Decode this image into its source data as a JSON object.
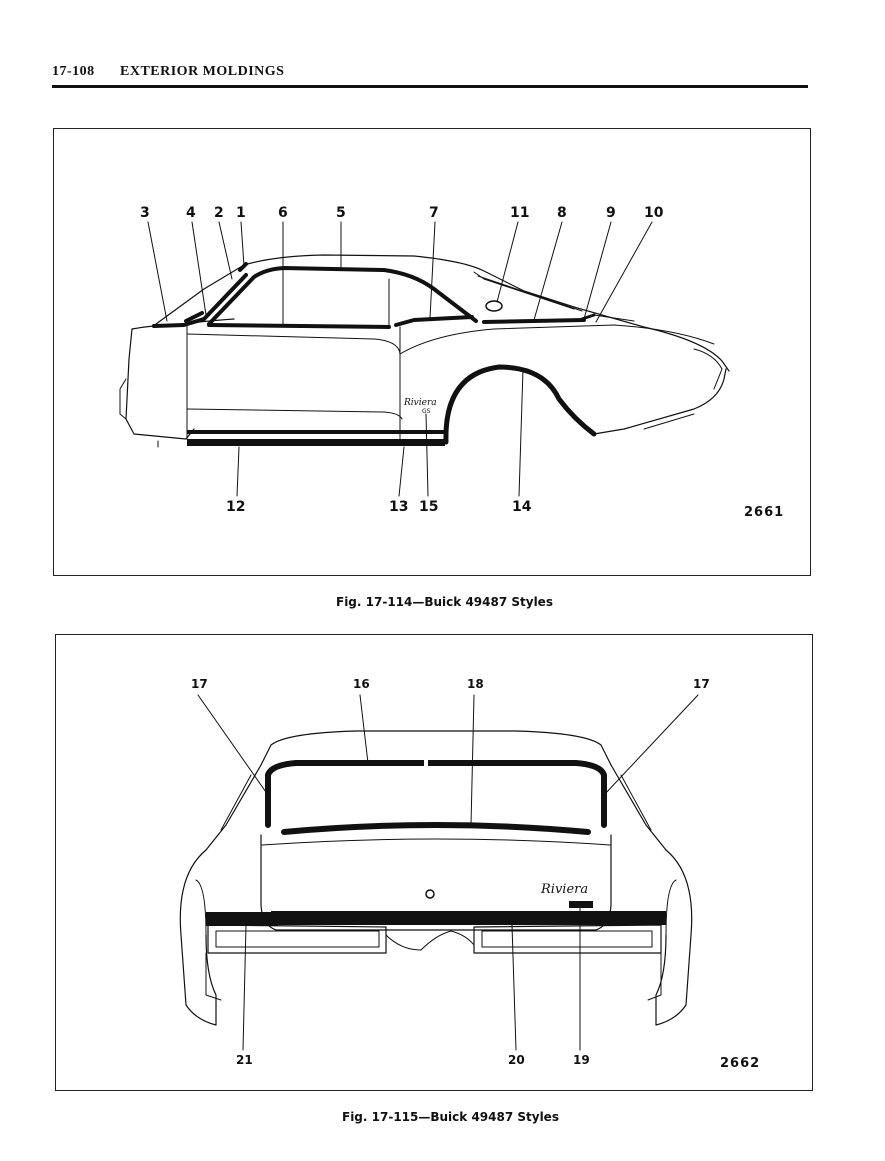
{
  "header": {
    "page_number": "17-108",
    "section_title": "EXTERIOR MOLDINGS"
  },
  "figure1": {
    "callouts": {
      "c3": "3",
      "c4": "4",
      "c2": "2",
      "c1": "1",
      "c6": "6",
      "c5": "5",
      "c7": "7",
      "c11": "11",
      "c8": "8",
      "c9": "9",
      "c10": "10",
      "c12": "12",
      "c13": "13",
      "c15": "15",
      "c14": "14"
    },
    "figure_number": "2661",
    "caption": "Fig. 17-114—Buick 49487 Styles"
  },
  "figure2": {
    "callouts": {
      "c17_left": "17",
      "c16": "16",
      "c18": "18",
      "c17_right": "17",
      "c21": "21",
      "c20": "20",
      "c19": "19"
    },
    "figure_number": "2662",
    "caption": "Fig. 17-115—Buick 49487 Styles"
  }
}
